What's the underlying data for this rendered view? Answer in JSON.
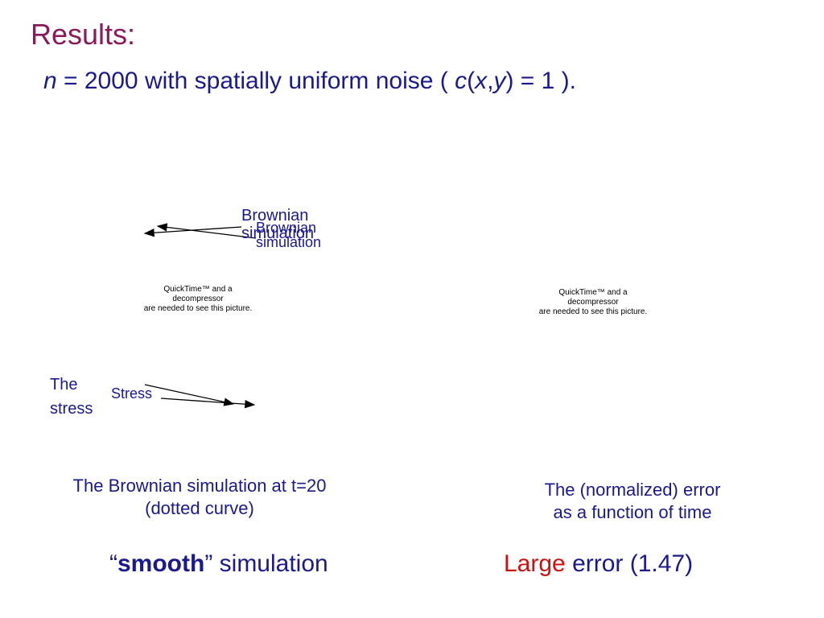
{
  "slide": {
    "title": "Results:",
    "subtitle": {
      "n": "n",
      "equals_text": " = 2000 with spatially uniform noise ( ",
      "c": "c",
      "open_paren": "(",
      "x": "x",
      "comma": ",",
      "y": "y",
      "close_text": ") = 1 )."
    }
  },
  "left_panel": {
    "brownian_label_1a": "Brownian",
    "brownian_label_1b": "simulation",
    "brownian_label_2a": "Brownian",
    "brownian_label_2b": "simulation",
    "quicktime_line1": "QuickTime™ and a",
    "quicktime_line2": "decompressor",
    "quicktime_line3": "are needed to see this picture.",
    "stress_label_a": "The",
    "stress_label_b": "stress",
    "stress_label_small": "Stress",
    "caption_line1": "The Brownian simulation at t=20",
    "caption_line2": "(dotted curve)",
    "bottom_open_quote": "“",
    "bottom_bold": "smooth",
    "bottom_rest": "” simulation"
  },
  "right_panel": {
    "quicktime_line1": "QuickTime™ and a",
    "quicktime_line2": "decompressor",
    "quicktime_line3": "are needed to see this picture.",
    "caption_line1": "The (normalized) error",
    "caption_line2": "as a function of time",
    "bottom_red": "Large",
    "bottom_rest": " error (1.47)"
  },
  "colors": {
    "title": "#8b1a5a",
    "text": "#1a1a8c",
    "accent_red": "#cc1111"
  }
}
